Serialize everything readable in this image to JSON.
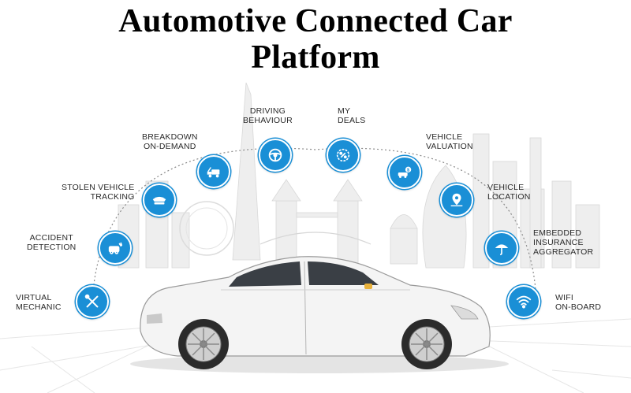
{
  "title": {
    "line1": "Automotive Connected Car",
    "line2": "Platform"
  },
  "colors": {
    "accent": "#1a8fd6",
    "arc": "#8a8a8a",
    "car_body": "#f4f4f4"
  },
  "features": [
    {
      "id": "virtual-mechanic",
      "line1": "VIRTUAL",
      "line2": "MECHANIC",
      "icon": "wrench-screwdriver-icon"
    },
    {
      "id": "accident-detection",
      "line1": "ACCIDENT",
      "line2": "DETECTION",
      "icon": "crashed-car-icon"
    },
    {
      "id": "stolen-vehicle-tracking",
      "line1": "STOLEN VEHICLE",
      "line2": "TRACKING",
      "icon": "police-cap-icon"
    },
    {
      "id": "breakdown-on-demand",
      "line1": "BREAKDOWN",
      "line2": "ON-DEMAND",
      "icon": "tow-truck-icon"
    },
    {
      "id": "driving-behaviour",
      "line1": "DRIVING",
      "line2": "BEHAVIOUR",
      "icon": "steering-wheel-icon"
    },
    {
      "id": "my-deals",
      "line1": "MY",
      "line2": "DEALS",
      "icon": "discount-badge-icon"
    },
    {
      "id": "vehicle-valuation",
      "line1": "VEHICLE",
      "line2": "VALUATION",
      "icon": "car-dollar-icon"
    },
    {
      "id": "vehicle-location",
      "line1": "VEHICLE",
      "line2": "LOCATION",
      "icon": "map-pin-icon"
    },
    {
      "id": "embedded-insurance-aggregator",
      "line1": "EMBEDDED",
      "line2": "INSURANCE",
      "line3": "AGGREGATOR",
      "icon": "umbrella-icon"
    },
    {
      "id": "wifi-on-board",
      "line1": "WIFI",
      "line2": "ON-BOARD",
      "icon": "wifi-icon"
    }
  ]
}
